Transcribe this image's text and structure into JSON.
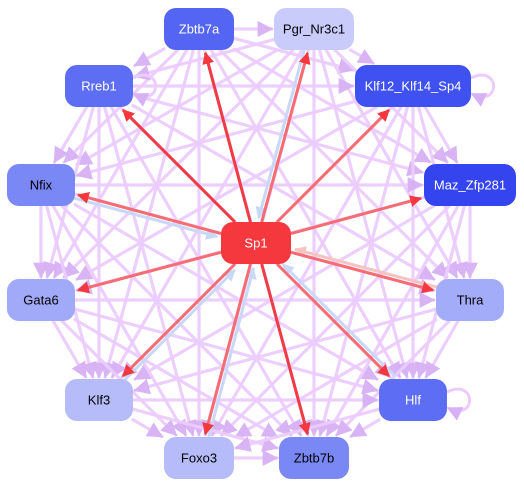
{
  "colors": {
    "background": "#ffffff",
    "edge_background": "#ecccff",
    "edge_arrow_bg": "#d7b0f5",
    "edge_out": "#f56d73",
    "edge_out_strong": "#f03a44",
    "edge_in": "#c9d8f6",
    "edge_in_alt": "#f6c3c3"
  },
  "nodes": [
    {
      "id": "sp1",
      "label": "Sp1",
      "fill": "#f5383e",
      "text_color": "#ffffff"
    },
    {
      "id": "zbtb7a",
      "label": "Zbtb7a",
      "fill": "#5464f3",
      "text_color": "#ffffff"
    },
    {
      "id": "pgr",
      "label": "Pgr_Nr3c1",
      "fill": "#c9ccfb",
      "text_color": "#000000"
    },
    {
      "id": "rreb1",
      "label": "Rreb1",
      "fill": "#5d6ef5",
      "text_color": "#ffffff"
    },
    {
      "id": "klf12",
      "label": "Klf12_Klf14_Sp4",
      "fill": "#4051f1",
      "text_color": "#ffffff"
    },
    {
      "id": "nfix",
      "label": "Nfix",
      "fill": "#7a88f6",
      "text_color": "#000000"
    },
    {
      "id": "maz",
      "label": "Maz_Zfp281",
      "fill": "#3444ee",
      "text_color": "#ffffff"
    },
    {
      "id": "gata6",
      "label": "Gata6",
      "fill": "#a0aaf8",
      "text_color": "#000000"
    },
    {
      "id": "thra",
      "label": "Thra",
      "fill": "#a3acf8",
      "text_color": "#000000"
    },
    {
      "id": "klf3",
      "label": "Klf3",
      "fill": "#b5bcf9",
      "text_color": "#000000"
    },
    {
      "id": "hlf",
      "label": "Hlf",
      "fill": "#5d6ef5",
      "text_color": "#ffffff"
    },
    {
      "id": "foxo3",
      "label": "Foxo3",
      "fill": "#b5bcf9",
      "text_color": "#000000"
    },
    {
      "id": "zbtb7b",
      "label": "Zbtb7b",
      "fill": "#7a88f6",
      "text_color": "#000000"
    }
  ],
  "edges_from_hub": [
    {
      "source": "sp1",
      "target": "zbtb7a",
      "kind": "out_strong"
    },
    {
      "source": "sp1",
      "target": "pgr",
      "kind": "out"
    },
    {
      "source": "sp1",
      "target": "rreb1",
      "kind": "out_strong"
    },
    {
      "source": "sp1",
      "target": "klf12",
      "kind": "out"
    },
    {
      "source": "sp1",
      "target": "maz",
      "kind": "out"
    },
    {
      "source": "sp1",
      "target": "gata6",
      "kind": "out"
    },
    {
      "source": "sp1",
      "target": "nfix",
      "kind": "out"
    },
    {
      "source": "sp1",
      "target": "klf3",
      "kind": "out"
    },
    {
      "source": "sp1",
      "target": "foxo3",
      "kind": "out"
    },
    {
      "source": "sp1",
      "target": "zbtb7b",
      "kind": "out_strong"
    },
    {
      "source": "sp1",
      "target": "hlf",
      "kind": "out"
    },
    {
      "source": "sp1",
      "target": "thra",
      "kind": "out"
    }
  ],
  "edges_to_hub": [
    {
      "source": "thra",
      "target": "sp1",
      "kind": "in_alt"
    },
    {
      "source": "hlf",
      "target": "sp1",
      "kind": "in"
    },
    {
      "source": "foxo3",
      "target": "sp1",
      "kind": "in"
    },
    {
      "source": "nfix",
      "target": "sp1",
      "kind": "in"
    },
    {
      "source": "klf3",
      "target": "sp1",
      "kind": "in"
    },
    {
      "source": "pgr",
      "target": "sp1",
      "kind": "in"
    }
  ],
  "background_edges": [
    [
      "zbtb7a",
      "pgr"
    ],
    [
      "zbtb7a",
      "rreb1"
    ],
    [
      "zbtb7a",
      "klf12"
    ],
    [
      "zbtb7a",
      "nfix"
    ],
    [
      "zbtb7a",
      "gata6"
    ],
    [
      "zbtb7a",
      "klf3"
    ],
    [
      "zbtb7a",
      "foxo3"
    ],
    [
      "zbtb7a",
      "zbtb7b"
    ],
    [
      "zbtb7a",
      "hlf"
    ],
    [
      "zbtb7a",
      "thra"
    ],
    [
      "zbtb7a",
      "maz"
    ],
    [
      "pgr",
      "rreb1"
    ],
    [
      "pgr",
      "klf12"
    ],
    [
      "pgr",
      "nfix"
    ],
    [
      "pgr",
      "gata6"
    ],
    [
      "pgr",
      "klf3"
    ],
    [
      "pgr",
      "foxo3"
    ],
    [
      "pgr",
      "zbtb7b"
    ],
    [
      "pgr",
      "hlf"
    ],
    [
      "pgr",
      "thra"
    ],
    [
      "pgr",
      "maz"
    ],
    [
      "rreb1",
      "klf12"
    ],
    [
      "rreb1",
      "nfix"
    ],
    [
      "rreb1",
      "gata6"
    ],
    [
      "rreb1",
      "klf3"
    ],
    [
      "rreb1",
      "foxo3"
    ],
    [
      "rreb1",
      "zbtb7b"
    ],
    [
      "rreb1",
      "hlf"
    ],
    [
      "rreb1",
      "thra"
    ],
    [
      "rreb1",
      "maz"
    ],
    [
      "klf12",
      "nfix"
    ],
    [
      "klf12",
      "gata6"
    ],
    [
      "klf12",
      "klf3"
    ],
    [
      "klf12",
      "foxo3"
    ],
    [
      "klf12",
      "zbtb7b"
    ],
    [
      "klf12",
      "hlf"
    ],
    [
      "klf12",
      "thra"
    ],
    [
      "klf12",
      "maz"
    ],
    [
      "nfix",
      "gata6"
    ],
    [
      "nfix",
      "klf3"
    ],
    [
      "nfix",
      "foxo3"
    ],
    [
      "nfix",
      "zbtb7b"
    ],
    [
      "nfix",
      "hlf"
    ],
    [
      "nfix",
      "thra"
    ],
    [
      "nfix",
      "maz"
    ],
    [
      "maz",
      "gata6"
    ],
    [
      "maz",
      "klf3"
    ],
    [
      "maz",
      "foxo3"
    ],
    [
      "maz",
      "zbtb7b"
    ],
    [
      "maz",
      "hlf"
    ],
    [
      "maz",
      "thra"
    ],
    [
      "gata6",
      "klf3"
    ],
    [
      "gata6",
      "foxo3"
    ],
    [
      "gata6",
      "zbtb7b"
    ],
    [
      "gata6",
      "hlf"
    ],
    [
      "gata6",
      "thra"
    ],
    [
      "thra",
      "klf3"
    ],
    [
      "thra",
      "foxo3"
    ],
    [
      "thra",
      "zbtb7b"
    ],
    [
      "thra",
      "hlf"
    ],
    [
      "klf3",
      "foxo3"
    ],
    [
      "klf3",
      "zbtb7b"
    ],
    [
      "klf3",
      "hlf"
    ],
    [
      "hlf",
      "foxo3"
    ],
    [
      "hlf",
      "zbtb7b"
    ],
    [
      "foxo3",
      "zbtb7b"
    ]
  ],
  "self_loops": [
    "rreb1",
    "klf12",
    "hlf"
  ]
}
